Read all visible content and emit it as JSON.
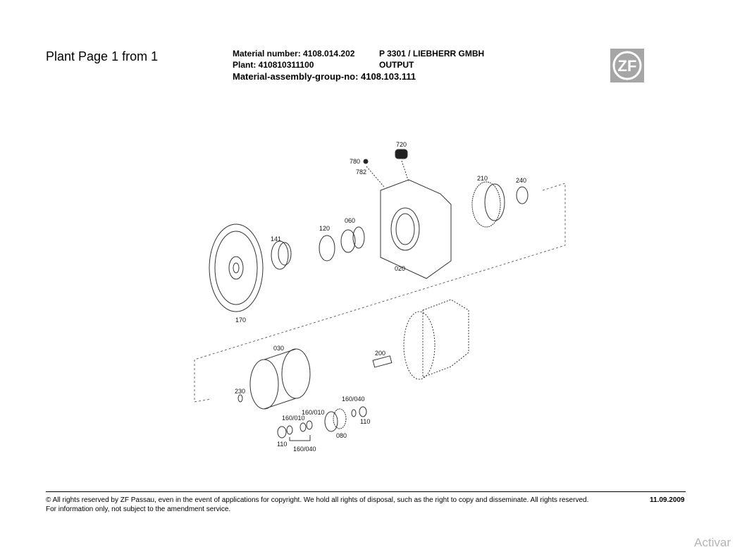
{
  "header": {
    "title": "Plant Page 1 from 1",
    "material_number": "Material number: 4108.014.202",
    "customer": "P 3301 / LIEBHERR GMBH",
    "plant": "Plant: 410810311100",
    "group_name": "OUTPUT",
    "assembly_group": "Material-assembly-group-no: 4108.103.111",
    "logo_text": "ZF"
  },
  "diagram": {
    "labels": [
      "720",
      "780",
      "782",
      "210",
      "240",
      "141",
      "120",
      "060",
      "020",
      "170",
      "030",
      "200",
      "230",
      "160/040",
      "160/010",
      "160/010",
      "110",
      "080",
      "110",
      "160/040"
    ]
  },
  "footer": {
    "copyright": "© All rights reserved by ZF Passau, even in the event of applications for copyright. We hold all rights of disposal, such as the right to copy and disseminate. All rights reserved.",
    "note": "For information only, not subject to the amendment service.",
    "date": "11.09.2009"
  },
  "watermark": "Activar"
}
